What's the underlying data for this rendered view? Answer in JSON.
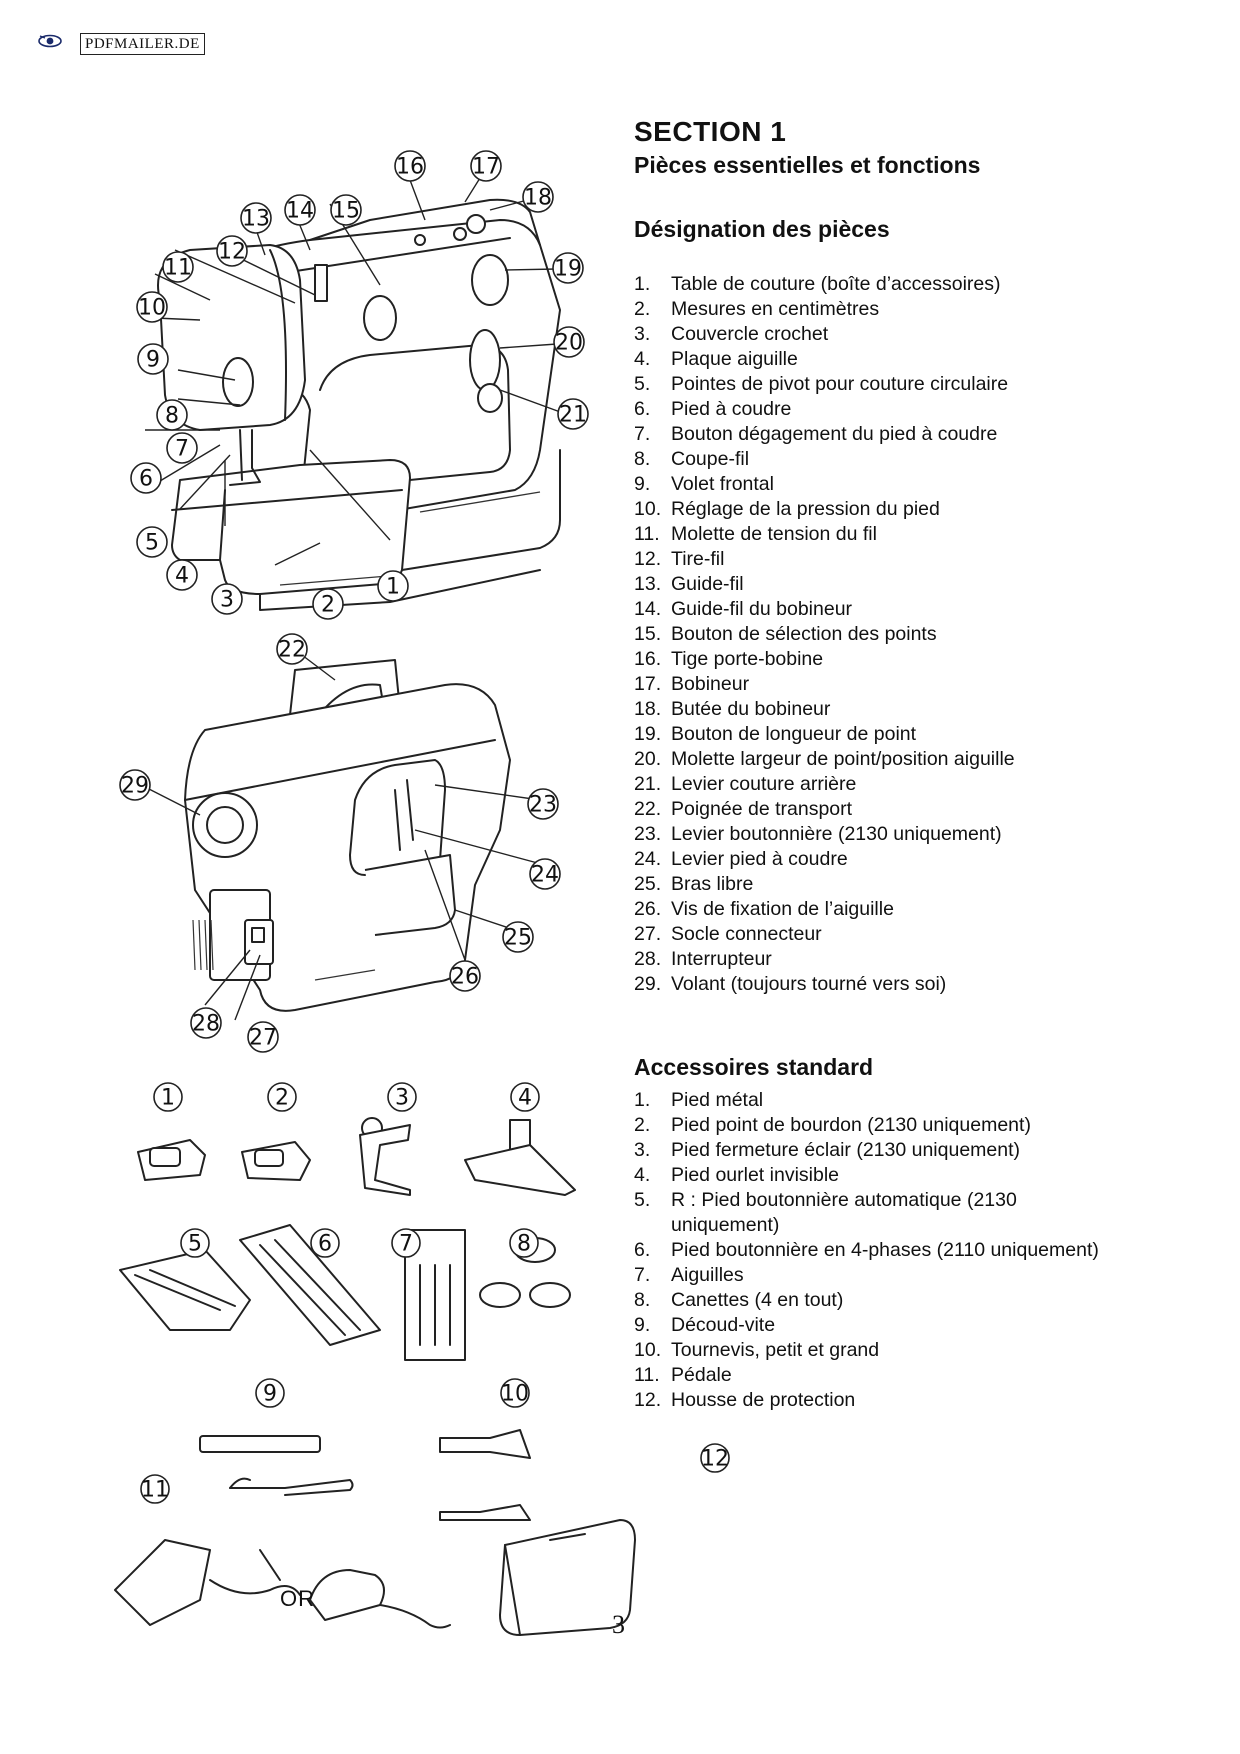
{
  "header": {
    "stamp_label": "PDFMAILER.DE",
    "stamp_icon": "eye-icon"
  },
  "section": {
    "heading": "SECTION 1",
    "subtitle": "Pièces essentielles et fonctions"
  },
  "parts": {
    "heading": "Désignation des pièces",
    "items": [
      {
        "num": "1.",
        "label": "Table de couture (boîte d’accessoires)"
      },
      {
        "num": "2.",
        "label": "Mesures en centimètres"
      },
      {
        "num": "3.",
        "label": "Couvercle crochet"
      },
      {
        "num": "4.",
        "label": "Plaque aiguille"
      },
      {
        "num": "5.",
        "label": "Pointes de pivot pour couture circulaire"
      },
      {
        "num": "6.",
        "label": "Pied à coudre"
      },
      {
        "num": "7.",
        "label": "Bouton dégagement du pied à coudre"
      },
      {
        "num": "8.",
        "label": "Coupe-fil"
      },
      {
        "num": "9.",
        "label": "Volet frontal"
      },
      {
        "num": "10.",
        "label": "Réglage de la pression du pied"
      },
      {
        "num": "11.",
        "label": "Molette de tension du fil"
      },
      {
        "num": "12.",
        "label": "Tire-fil"
      },
      {
        "num": "13.",
        "label": "Guide-fil"
      },
      {
        "num": "14.",
        "label": "Guide-fil du bobineur"
      },
      {
        "num": "15.",
        "label": "Bouton de sélection des points"
      },
      {
        "num": "16.",
        "label": "Tige porte-bobine"
      },
      {
        "num": "17.",
        "label": "Bobineur"
      },
      {
        "num": "18.",
        "label": "Butée du bobineur"
      },
      {
        "num": "19.",
        "label": "Bouton de longueur de point"
      },
      {
        "num": "20.",
        "label": "Molette largeur de point/position aiguille"
      },
      {
        "num": "21.",
        "label": "Levier couture arrière"
      },
      {
        "num": "22.",
        "label": "Poignée de transport"
      },
      {
        "num": "23.",
        "label": "Levier boutonnière (2130 uniquement)"
      },
      {
        "num": "24.",
        "label": "Levier pied à coudre"
      },
      {
        "num": "25.",
        "label": "Bras libre"
      },
      {
        "num": "26.",
        "label": "Vis de fixation de l’aiguille"
      },
      {
        "num": "27.",
        "label": "Socle connecteur"
      },
      {
        "num": "28.",
        "label": "Interrupteur"
      },
      {
        "num": "29.",
        "label": "Volant (toujours tourné vers soi)"
      }
    ]
  },
  "accessories": {
    "heading": "Accessoires standard",
    "items": [
      {
        "num": "1.",
        "label": "Pied métal"
      },
      {
        "num": "2.",
        "label": "Pied point de bourdon (2130 uniquement)"
      },
      {
        "num": "3.",
        "label": "Pied fermeture éclair (2130 uniquement)"
      },
      {
        "num": "4.",
        "label": "Pied ourlet invisible"
      },
      {
        "num": "5.",
        "label": "R : Pied boutonnière automatique (2130 uniquement)"
      },
      {
        "num": "6.",
        "label": "Pied boutonnière en 4-phases (2110 uniquement)"
      },
      {
        "num": "7.",
        "label": "Aiguilles"
      },
      {
        "num": "8.",
        "label": "Canettes (4 en tout)"
      },
      {
        "num": "9.",
        "label": "Découd-vite"
      },
      {
        "num": "10.",
        "label": "Tournevis, petit et grand"
      },
      {
        "num": "11.",
        "label": "Pédale"
      },
      {
        "num": "12.",
        "label": "Housse de protection"
      }
    ]
  },
  "figure_front": {
    "callouts": [
      "1",
      "2",
      "3",
      "4",
      "5",
      "6",
      "7",
      "8",
      "9",
      "10",
      "11",
      "12",
      "13",
      "14",
      "15",
      "16",
      "17",
      "18",
      "19",
      "20",
      "21"
    ]
  },
  "figure_back": {
    "callouts": [
      "22",
      "23",
      "24",
      "25",
      "26",
      "27",
      "28",
      "29"
    ]
  },
  "figure_accessories": {
    "callouts": [
      "1",
      "2",
      "3",
      "4",
      "5",
      "6",
      "7",
      "8",
      "9",
      "10",
      "11",
      "12"
    ],
    "or_label": "OR"
  },
  "page_number": "3"
}
